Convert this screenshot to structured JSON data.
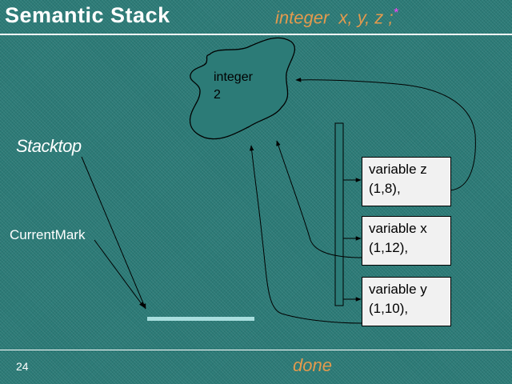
{
  "title": "Semantic Stack",
  "code_text": "integer  x, y, z ;",
  "code_marker": "*",
  "stacktop_label": "Stacktop",
  "currentmark_label": "CurrentMark",
  "cloud": {
    "line1": "integer",
    "line2": "2"
  },
  "stack_entries": [
    {
      "line1": "variable z",
      "line2": "(1,8),"
    },
    {
      "line1": "variable x",
      "line2": "(1,12),"
    },
    {
      "line1": "variable y",
      "line2": "(1,10),"
    }
  ],
  "page_number": "24",
  "footer_text": "done",
  "colors": {
    "background": "#2c7b77",
    "accent_orange": "#e39a4e",
    "marker_magenta": "#ff44ff",
    "mark_bar": "#a8dede",
    "box_fill": "#f1f1f1"
  }
}
